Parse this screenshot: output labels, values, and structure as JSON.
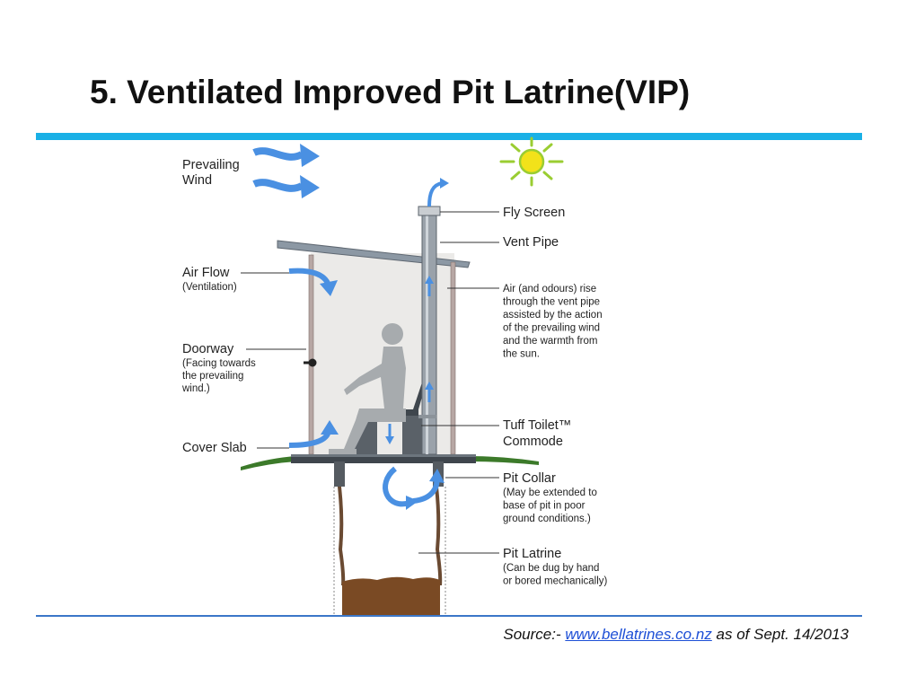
{
  "slide": {
    "title": "5. Ventilated Improved Pit Latrine(VIP)",
    "source": {
      "prefix": "Source:- ",
      "link_text": "www.bellatrines.co.nz",
      "suffix": " as of Sept. 14/2013"
    }
  },
  "labels": {
    "prevailing_wind": [
      "Prevailing",
      "Wind"
    ],
    "air_flow": "Air Flow",
    "air_flow_sub": "(Ventilation)",
    "doorway": "Doorway",
    "doorway_sub": [
      "(Facing towards",
      "the prevailing",
      "wind.)"
    ],
    "cover_slab": "Cover Slab",
    "fly_screen": "Fly Screen",
    "vent_pipe": "Vent Pipe",
    "air_rise": [
      "Air (and odours) rise",
      "through the vent pipe",
      "assisted by the action",
      "of the prevailing wind",
      "and the warmth from",
      "the sun."
    ],
    "tuff_toilet": [
      "Tuff Toilet™",
      "Commode"
    ],
    "pit_collar": "Pit Collar",
    "pit_collar_sub": [
      "(May be extended to",
      "base of pit in poor",
      "ground conditions.)"
    ],
    "pit_latrine": "Pit Latrine",
    "pit_latrine_sub": [
      "(Can be dug by hand",
      "or bored mechanically)"
    ]
  },
  "colors": {
    "accent_rule": "#1ab0e6",
    "bottom_rule": "#3b77c8",
    "arrow_blue": "#4a90e2",
    "sun": "#f2e21a",
    "ground": "#3c7a2a",
    "soil": "#7a4a24"
  },
  "icons": {
    "sun": "sun-icon",
    "wind": "wind-arrow-icon",
    "person": "seated-person-icon"
  }
}
